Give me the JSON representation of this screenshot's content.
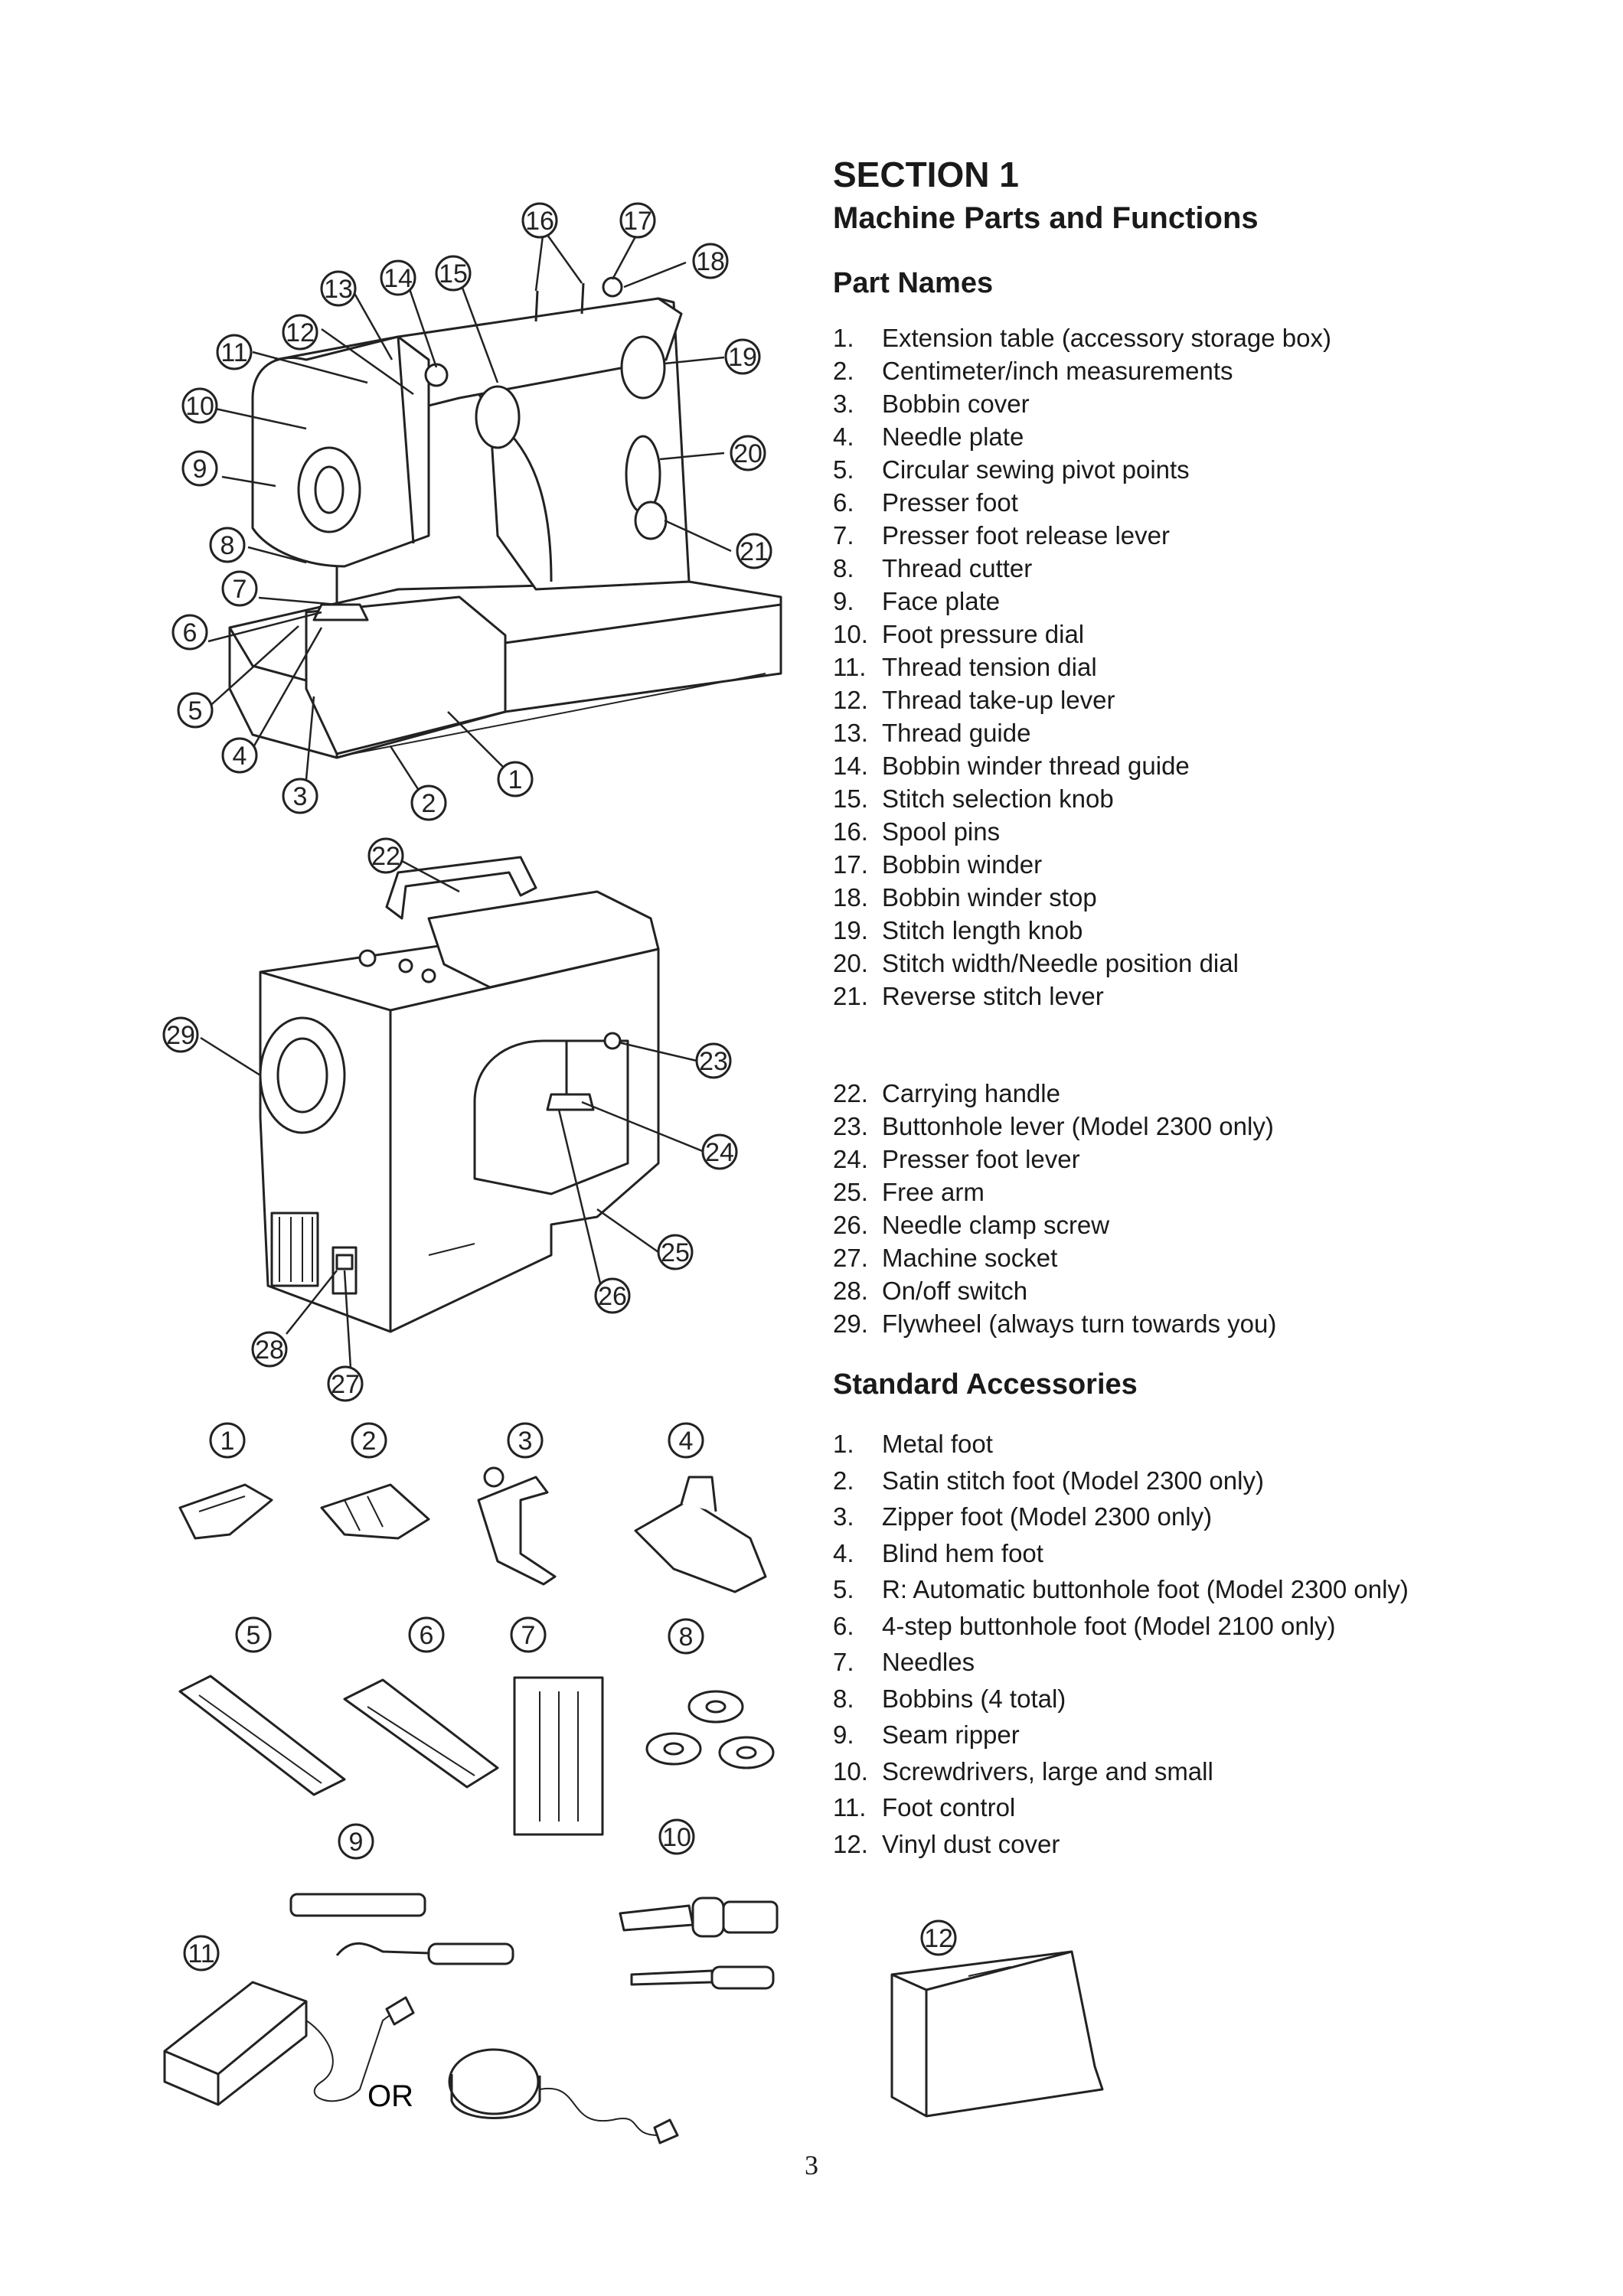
{
  "section": {
    "title": "SECTION 1",
    "subtitle": "Machine Parts and Functions"
  },
  "part_names": {
    "heading": "Part Names",
    "group1": [
      {
        "num": "1.",
        "text": "Extension table (accessory storage box)"
      },
      {
        "num": "2.",
        "text": "Centimeter/inch measurements"
      },
      {
        "num": "3.",
        "text": "Bobbin cover"
      },
      {
        "num": "4.",
        "text": "Needle plate"
      },
      {
        "num": "5.",
        "text": "Circular sewing pivot points"
      },
      {
        "num": "6.",
        "text": "Presser foot"
      },
      {
        "num": "7.",
        "text": "Presser foot release lever"
      },
      {
        "num": "8.",
        "text": "Thread cutter"
      },
      {
        "num": "9.",
        "text": "Face plate"
      },
      {
        "num": "10.",
        "text": "Foot pressure dial"
      },
      {
        "num": "11.",
        "text": "Thread tension dial"
      },
      {
        "num": "12.",
        "text": "Thread take-up lever"
      },
      {
        "num": "13.",
        "text": "Thread guide"
      },
      {
        "num": "14.",
        "text": "Bobbin winder thread guide"
      },
      {
        "num": "15.",
        "text": "Stitch selection knob"
      },
      {
        "num": "16.",
        "text": "Spool pins"
      },
      {
        "num": "17.",
        "text": "Bobbin winder"
      },
      {
        "num": "18.",
        "text": "Bobbin winder stop"
      },
      {
        "num": "19.",
        "text": "Stitch length knob"
      },
      {
        "num": "20.",
        "text": "Stitch width/Needle position dial"
      },
      {
        "num": "21.",
        "text": "Reverse stitch lever"
      }
    ],
    "group2": [
      {
        "num": "22.",
        "text": "Carrying handle"
      },
      {
        "num": "23.",
        "text": "Buttonhole lever (Model 2300 only)"
      },
      {
        "num": "24.",
        "text": "Presser foot lever"
      },
      {
        "num": "25.",
        "text": "Free arm"
      },
      {
        "num": "26.",
        "text": "Needle clamp screw"
      },
      {
        "num": "27.",
        "text": "Machine socket"
      },
      {
        "num": "28.",
        "text": "On/off switch"
      },
      {
        "num": "29.",
        "text": "Flywheel (always turn towards you)"
      }
    ]
  },
  "accessories": {
    "heading": "Standard Accessories",
    "items": [
      {
        "num": "1.",
        "text": "Metal foot"
      },
      {
        "num": "2.",
        "text": "Satin stitch foot (Model 2300 only)"
      },
      {
        "num": "3.",
        "text": "Zipper foot (Model 2300 only)"
      },
      {
        "num": "4.",
        "text": "Blind hem foot"
      },
      {
        "num": "5.",
        "text": "R: Automatic buttonhole foot (Model 2300 only)"
      },
      {
        "num": "6.",
        "text": "4-step buttonhole foot (Model 2100 only)"
      },
      {
        "num": "7.",
        "text": "Needles"
      },
      {
        "num": "8.",
        "text": "Bobbins (4 total)"
      },
      {
        "num": "9.",
        "text": "Seam ripper"
      },
      {
        "num": "10.",
        "text": "Screwdrivers, large and small"
      },
      {
        "num": "11.",
        "text": "Foot control"
      },
      {
        "num": "12.",
        "text": "Vinyl dust cover"
      }
    ]
  },
  "figure": {
    "callouts_front": [
      "1",
      "2",
      "3",
      "4",
      "5",
      "6",
      "7",
      "8",
      "9",
      "10",
      "11",
      "12",
      "13",
      "14",
      "15",
      "16",
      "17",
      "18",
      "19",
      "20",
      "21"
    ],
    "callouts_back": [
      "22",
      "23",
      "24",
      "25",
      "26",
      "27",
      "28",
      "29"
    ],
    "callouts_accessories": [
      "1",
      "2",
      "3",
      "4",
      "5",
      "6",
      "7",
      "8",
      "9",
      "10",
      "11",
      "12"
    ],
    "or_label": "OR"
  },
  "page_number": "3"
}
